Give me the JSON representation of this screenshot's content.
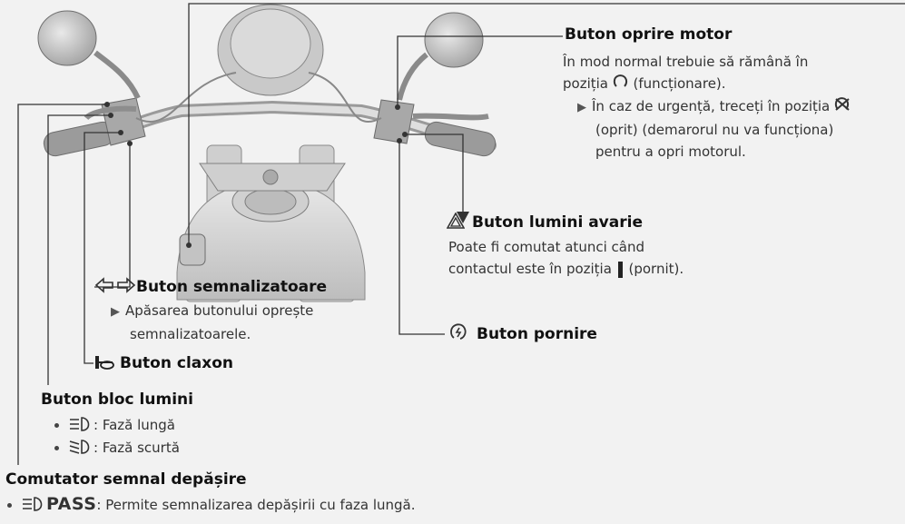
{
  "labels": {
    "engine_stop": {
      "title": "Buton oprire motor",
      "line1": "În mod normal trebuie să rămână în",
      "line2_a": "poziția",
      "line2_b": "(funcționare).",
      "note_a": "În caz de urgență, treceți în poziția",
      "note_b": "(oprit) (demarorul nu va  funcționa)",
      "note_c": "pentru a opri motorul."
    },
    "hazard": {
      "title": "Buton lumini avarie",
      "line1": "Poate fi comutat atunci când",
      "line2_a": "contactul este în poziția",
      "line2_b": "(pornit)."
    },
    "start": {
      "title": "Buton pornire"
    },
    "turn_signal": {
      "title": "Buton semnalizatoare",
      "note_a": "Apăsarea butonului oprește",
      "note_b": "semnalizatoarele."
    },
    "horn": {
      "title": "Buton claxon"
    },
    "dimmer": {
      "title": "Buton bloc lumini",
      "item1": ": Fază lungă",
      "item2": ": Fază scurtă"
    },
    "passing": {
      "title": "Comutator semnal depășire",
      "pass_word": "PASS",
      "item1": ": Permite semnalizarea depășirii cu faza lungă."
    }
  },
  "colors": {
    "background": "#f2f2f2",
    "leader_line": "#333333",
    "text": "#333333",
    "title": "#111111"
  },
  "icons": [
    "run-position-icon",
    "off-position-icon",
    "hazard-icon",
    "on-position-icon",
    "start-icon",
    "turn-signal-icon",
    "horn-icon",
    "high-beam-icon",
    "low-beam-icon"
  ]
}
